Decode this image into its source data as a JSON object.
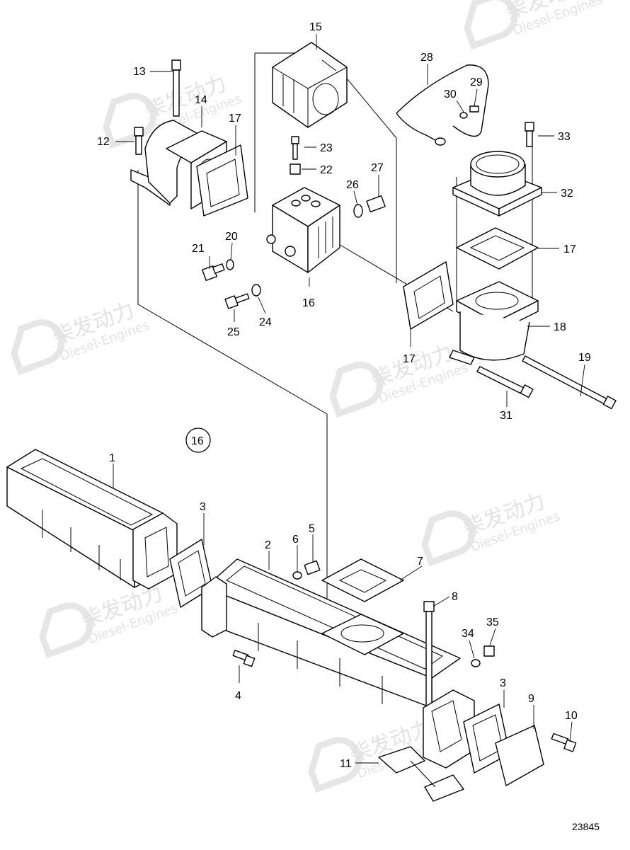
{
  "watermark": {
    "brand_cn": "柴发动力",
    "brand_en": "Diesel-Engines"
  },
  "figure_number": "23845",
  "group_callout": "16",
  "callouts": [
    "1",
    "2",
    "3",
    "4",
    "5",
    "6",
    "7",
    "8",
    "9",
    "10",
    "11",
    "12",
    "13",
    "14",
    "15",
    "16",
    "17",
    "18",
    "19",
    "20",
    "21",
    "22",
    "23",
    "24",
    "25",
    "26",
    "27",
    "28",
    "29",
    "30",
    "31",
    "32",
    "33",
    "34",
    "35"
  ]
}
